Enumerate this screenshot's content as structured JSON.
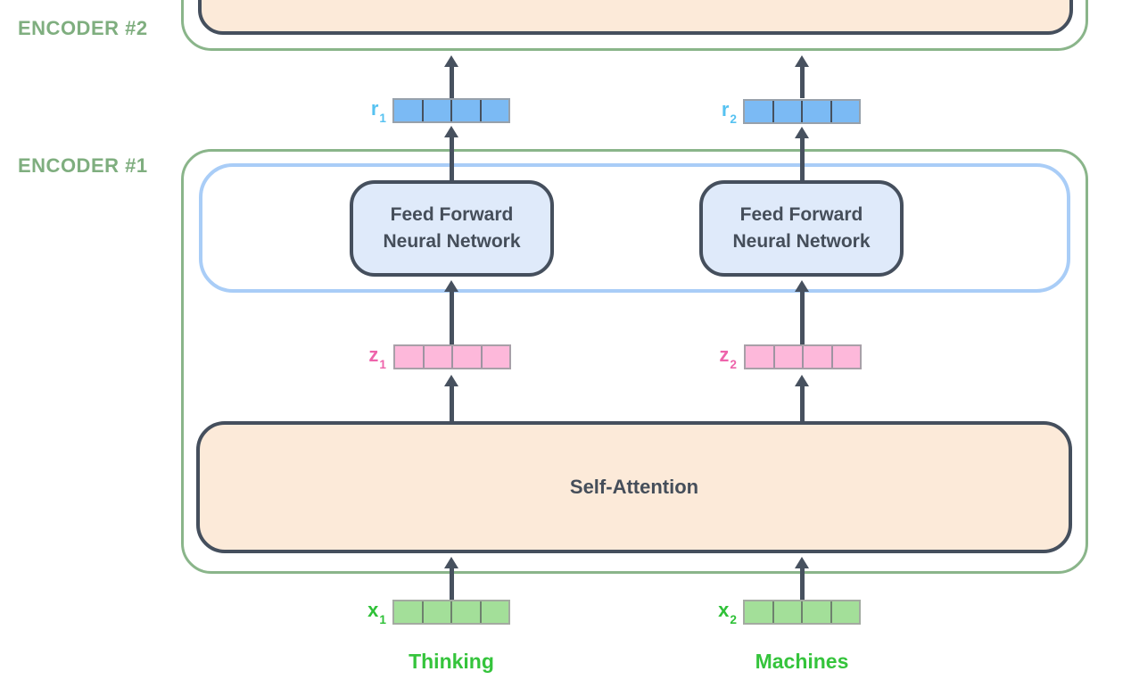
{
  "colors": {
    "encoder_border": "#8ab58a",
    "encoder_label": "#7fae7f",
    "dark": "#454f5d",
    "arrow": "#47515f",
    "peach_fill": "#fcead9",
    "ff_fill": "#dfeafa",
    "blue_outline": "#a9cdf7",
    "text_dark": "#454e5a",
    "cell_blue_fill": "#7bbaf4",
    "cell_blue_divider": "#46505e",
    "cell_blue_outer": "#97a1ab",
    "cell_pink_fill": "#fdb8da",
    "cell_pink_divider": "#9e94a1",
    "cell_pink_outer": "#a8a0a8",
    "cell_green_fill": "#a3df99",
    "cell_green_divider": "#6e816e",
    "cell_green_outer": "#a3aaa1",
    "label_r": "#56c2f1",
    "label_z": "#ee64ab",
    "label_x": "#2fc138",
    "word_color": "#35c43c"
  },
  "encoder2": {
    "label": "ENCODER #2"
  },
  "encoder1": {
    "label": "ENCODER #1"
  },
  "ff_box": {
    "line1": "Feed Forward",
    "line2": "Neural Network"
  },
  "self_attention": {
    "label": "Self-Attention"
  },
  "vectors": {
    "r1": {
      "symbol": "r",
      "subscript": "1",
      "cells": 4
    },
    "r2": {
      "symbol": "r",
      "subscript": "2",
      "cells": 4
    },
    "z1": {
      "symbol": "z",
      "subscript": "1",
      "cells": 4
    },
    "z2": {
      "symbol": "z",
      "subscript": "2",
      "cells": 4
    },
    "x1": {
      "symbol": "x",
      "subscript": "1",
      "cells": 4
    },
    "x2": {
      "symbol": "x",
      "subscript": "2",
      "cells": 4
    }
  },
  "words": {
    "w1": "Thinking",
    "w2": "Machines"
  }
}
